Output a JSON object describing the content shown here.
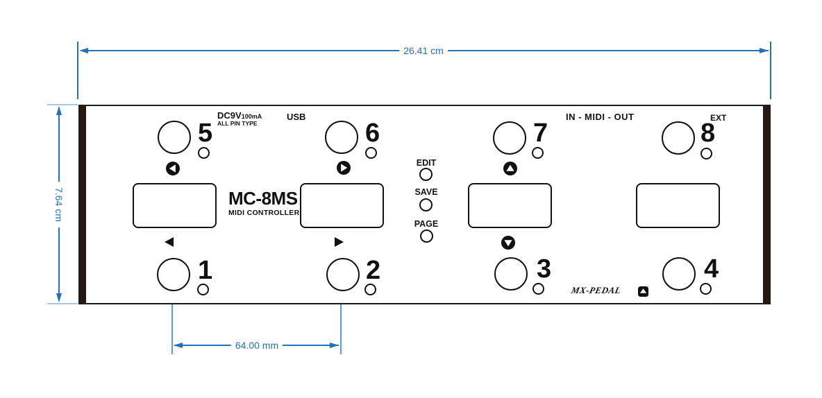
{
  "drawing": {
    "width_dim_label": "26.41 cm",
    "height_dim_label": "7.64 cm",
    "switch_spacing_label": "64.00 mm",
    "dimension_color": "#2471b5",
    "light_tick_color": "#a6c8e6",
    "extension_line_color": "#5b9bd5"
  },
  "panel": {
    "title": "MC-8MS",
    "subtitle": "MIDI CONTROLLER",
    "brand": "MX-PEDAL",
    "side_cap_color": "#241a12",
    "labels": {
      "power": "DC9V",
      "power_current": "100mA",
      "power_note": "ALL PIN TYPE",
      "usb": "USB",
      "midi": "IN - MIDI - OUT",
      "ext": "EXT"
    },
    "menu_buttons": [
      {
        "label": "EDIT"
      },
      {
        "label": "SAVE"
      },
      {
        "label": "PAGE"
      }
    ],
    "footswitches_top": [
      {
        "number": "5",
        "icon": "nav-left-circle-icon"
      },
      {
        "number": "6",
        "icon": "nav-right-circle-icon"
      },
      {
        "number": "7",
        "icon": "nav-up-circle-icon"
      },
      {
        "number": "8",
        "icon": ""
      }
    ],
    "footswitches_bottom": [
      {
        "number": "1",
        "icon": "triangle-left-icon"
      },
      {
        "number": "2",
        "icon": "triangle-right-icon"
      },
      {
        "number": "3",
        "icon": "nav-down-circle-icon"
      },
      {
        "number": "4",
        "icon": "eject-icon"
      }
    ]
  }
}
